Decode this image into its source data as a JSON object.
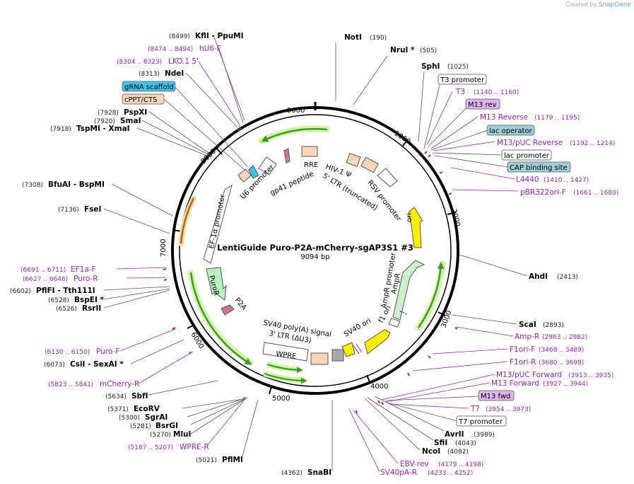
{
  "credit": {
    "prefix": "Created by",
    "brand": "SnapGene"
  },
  "plasmid": {
    "name": "LentiGuide Puro-P2A-mCherry-sgAP3S1 #3",
    "size": "9094 bp"
  },
  "ticks": [
    "1000",
    "2000",
    "3000",
    "4000",
    "5000",
    "6000",
    "7000",
    "8000",
    "9000"
  ],
  "sites": [
    {
      "name": "NotI",
      "pos": "(190)"
    },
    {
      "name": "NruI *",
      "pos": "(505)"
    },
    {
      "name": "SphI",
      "pos": "(1025)"
    },
    {
      "name": "AhdI",
      "pos": "(2413)"
    },
    {
      "name": "ScaI",
      "pos": "(2893)"
    },
    {
      "name": "AvrII",
      "pos": "(3989)"
    },
    {
      "name": "SfiI",
      "pos": "(4043)"
    },
    {
      "name": "NcoI",
      "pos": "(4082)"
    },
    {
      "name": "SnaBI",
      "pos": "(4362)"
    },
    {
      "name": "PflMI",
      "pos": "(5021)"
    },
    {
      "name": "MluI",
      "pos": "(5270)"
    },
    {
      "name": "BsrGI",
      "pos": "(5281)"
    },
    {
      "name": "SgrAI",
      "pos": "(5300)"
    },
    {
      "name": "EcoRV",
      "pos": "(5371)"
    },
    {
      "name": "SbfI",
      "pos": "(5634)"
    },
    {
      "name": "CsiI  - SexAI *",
      "pos": "(6073)"
    },
    {
      "name": "RsrII",
      "pos": "(6526)"
    },
    {
      "name": "BspEI *",
      "pos": "(6528)"
    },
    {
      "name": "PflFI  - Tth111I",
      "pos": "(6602)"
    },
    {
      "name": "FseI",
      "pos": "(7136)"
    },
    {
      "name": "BfuAI  - BspMI",
      "pos": "(7308)"
    },
    {
      "name": "TspMI  - XmaI",
      "pos": "(7918)"
    },
    {
      "name": "SmaI",
      "pos": "(7920)"
    },
    {
      "name": "PspXI",
      "pos": "(7928)"
    },
    {
      "name": "NdeI",
      "pos": "(8313)"
    },
    {
      "name": "KflI  - PpuMI",
      "pos": "(8499)"
    }
  ],
  "primers": [
    {
      "name": "T3",
      "pos": "(1140 .. 1160)"
    },
    {
      "name": "M13 Reverse",
      "pos": "(1179 .. 1195)"
    },
    {
      "name": "M13/pUC Reverse",
      "pos": "(1192 .. 1214)"
    },
    {
      "name": "L4440",
      "pos": "(1410 .. 1427)"
    },
    {
      "name": "pBR322ori-F",
      "pos": "(1661 .. 1680)"
    },
    {
      "name": "Amp-R",
      "pos": "(2963 .. 2982)"
    },
    {
      "name": "F1ori-F",
      "pos": "(3468 .. 3489)"
    },
    {
      "name": "F1ori-R",
      "pos": "(3680 .. 3699)"
    },
    {
      "name": "M13/pUC Forward",
      "pos": "(3913 .. 3935)"
    },
    {
      "name": "M13 Forward",
      "pos": "(3927 .. 3944)"
    },
    {
      "name": "T7",
      "pos": "(3954 .. 3973)"
    },
    {
      "name": "EBV-rev",
      "pos": "(4179 .. 4198)"
    },
    {
      "name": "SV40pA-R",
      "pos": "(4233 .. 4252)"
    },
    {
      "name": "WPRE-R",
      "pos": "(5187 .. 5207)"
    },
    {
      "name": "mCherry-R",
      "pos": "(5823 .. 5841)"
    },
    {
      "name": "Puro-F",
      "pos": "(6130 .. 6150)"
    },
    {
      "name": "EF1a-F",
      "pos": "(6691 .. 6711)"
    },
    {
      "name": "Puro-R",
      "pos": "(6627 .. 6646)"
    },
    {
      "name": "LKO.1 5'",
      "pos": "(8304 .. 8323)"
    },
    {
      "name": "hU6-F",
      "pos": "(8474 .. 8494)"
    }
  ],
  "boxes": [
    {
      "name": "T3 promoter",
      "fill": "#ffffff"
    },
    {
      "name": "M13 rev",
      "fill": "#e0b3f0"
    },
    {
      "name": "lac operator",
      "fill": "#9ecfd6"
    },
    {
      "name": "lac promoter",
      "fill": "#ffffff"
    },
    {
      "name": "CAP binding site",
      "fill": "#9ecfd6"
    },
    {
      "name": "M13 fwd",
      "fill": "#e0b3f0"
    },
    {
      "name": "T7 promoter",
      "fill": "#ffffff"
    },
    {
      "name": "gRNA scaffold",
      "fill": "#3ec3ec"
    },
    {
      "name": "cPPT/CTS",
      "fill": "#f8d5b8"
    }
  ],
  "features": {
    "rre": "RRE",
    "gp41": "gp41 peptide",
    "hiv": "HIV-1 Ψ",
    "ltr5": "5' LTR (truncated)",
    "rsv": "RSV promoter",
    "u6": "U6 promoter",
    "ef1a": "EF-1α promoter",
    "puror": "PuroR",
    "p2a": "P2A",
    "ori": "ori",
    "ampr": "AmpR",
    "amprp": "AmpR promoter",
    "f1ori": "f1 ori",
    "sv40ori": "SV40 ori",
    "sv40pa": "SV40 poly(A) signal",
    "ltr3": "3' LTR (ΔU3)",
    "wpre": "WPRE"
  },
  "colors": {
    "primer": "#a020c0",
    "ori": "#ffee00",
    "ampr": "#ccf0cc",
    "puror": "#b8f0c0",
    "orf_arrow": "#3e9a2a",
    "orf_glow": "#d4f4a8",
    "cppt_arc": "#a86a1a",
    "box_peach": "#f8d5b8"
  }
}
